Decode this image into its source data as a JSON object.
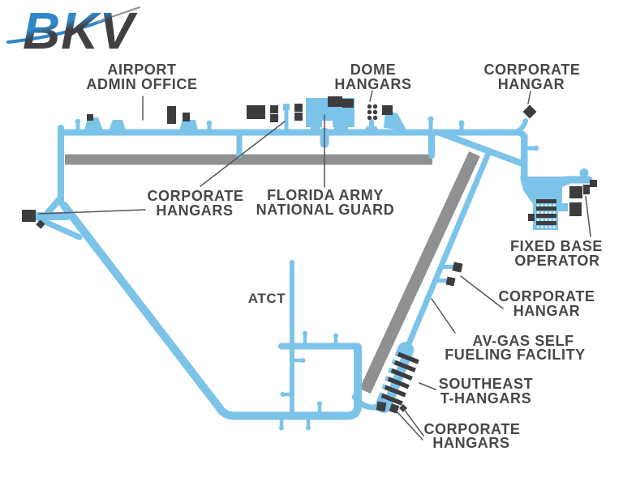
{
  "logo": {
    "text": "BKV"
  },
  "map": {
    "labels": {
      "airport_admin_office": {
        "line1": "AIRPORT",
        "line2": "ADMIN OFFICE"
      },
      "dome_hangars": {
        "line1": "DOME",
        "line2": "HANGARS"
      },
      "corporate_hangar_northeast": {
        "line1": "CORPORATE",
        "line2": "HANGAR"
      },
      "corporate_hangars_west": {
        "line1": "CORPORATE",
        "line2": "HANGARS"
      },
      "florida_army_national_guard": {
        "line1": "FLORIDA ARMY",
        "line2": "NATIONAL GUARD"
      },
      "fixed_base_operator": {
        "line1": "FIXED BASE",
        "line2": "OPERATOR"
      },
      "corporate_hangar_east": {
        "line1": "CORPORATE",
        "line2": "HANGAR"
      },
      "av_gas_self_fueling": {
        "line1": "AV-GAS SELF",
        "line2": "FUELING FACILITY"
      },
      "atct": {
        "line1": "ATCT"
      },
      "southeast_t_hangars": {
        "line1": "SOUTHEAST",
        "line2": "T-HANGARS"
      },
      "corporate_hangars_south": {
        "line1": "CORPORATE",
        "line2": "HANGARS"
      }
    },
    "colors": {
      "taxiway_blue": "#7CC3EA",
      "runway_gray": "#8F9092",
      "building_dark": "#3D3D3F",
      "label_text": "#474749",
      "leader_line": "#55565A",
      "logo_blue": "#2F86C9",
      "logo_dark": "#404043"
    }
  }
}
